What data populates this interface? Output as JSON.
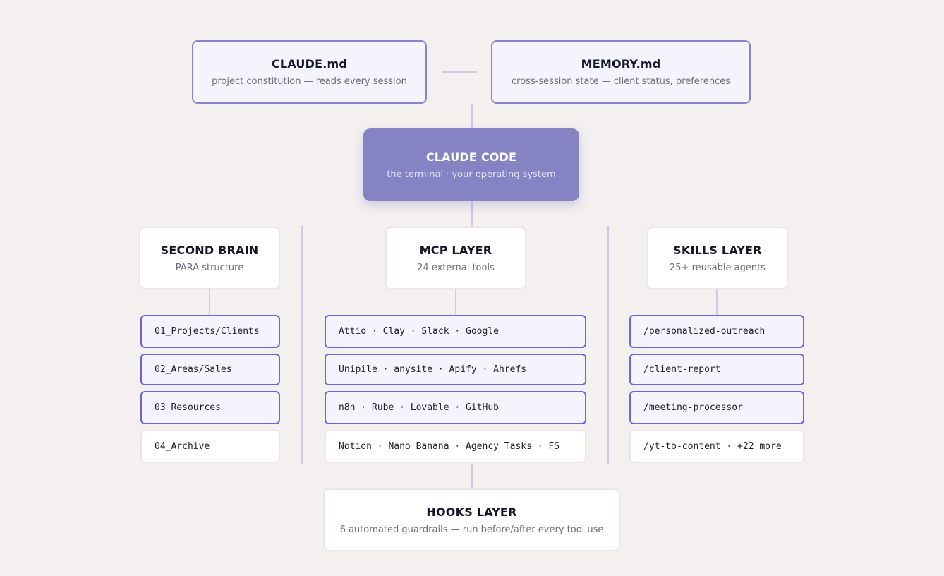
{
  "top": {
    "claude_md": {
      "title": "CLAUDE.md",
      "subtitle": "project constitution — reads every session"
    },
    "memory_md": {
      "title": "MEMORY.md",
      "subtitle": "cross-session state — client status, preferences"
    }
  },
  "core": {
    "title": "CLAUDE CODE",
    "subtitle": "the terminal · your operating system"
  },
  "columns": {
    "second_brain": {
      "title": "SECOND BRAIN",
      "subtitle": "PARA structure",
      "items": [
        "01_Projects/Clients",
        "02_Areas/Sales",
        "03_Resources",
        "04_Archive"
      ]
    },
    "mcp": {
      "title": "MCP LAYER",
      "subtitle": "24 external tools",
      "items": [
        "Attio · Clay · Slack · Google",
        "Unipile · anysite · Apify · Ahrefs",
        "n8n · Rube · Lovable · GitHub",
        "Notion · Nano Banana · Agency Tasks · FS"
      ]
    },
    "skills": {
      "title": "SKILLS LAYER",
      "subtitle": "25+ reusable agents",
      "items": [
        "/personalized-outreach",
        "/client-report",
        "/meeting-processor",
        "/yt-to-content · +22 more"
      ]
    }
  },
  "hooks": {
    "title": "HOOKS LAYER",
    "subtitle": "6 automated guardrails — run before/after every tool use"
  },
  "colors": {
    "accent": "#8583c4",
    "highlight_border": "#6b66e0",
    "connector": "#cfcbe7",
    "background": "#f4f0f0"
  }
}
